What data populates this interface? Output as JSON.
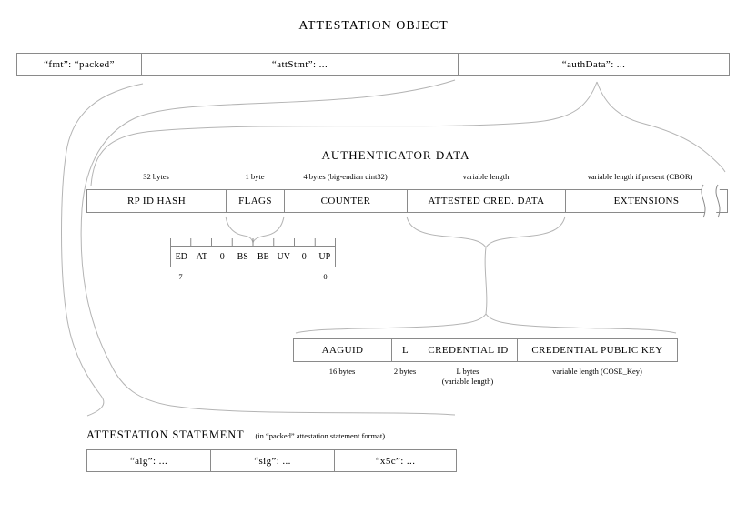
{
  "title": "ATTESTATION OBJECT",
  "colors": {
    "background": "#ffffff",
    "box_line": "#8a8a8a",
    "connector_line": "#b4b4b4",
    "text": "#000000"
  },
  "attestation_object": {
    "fields": [
      {
        "label": "“fmt”: “packed”"
      },
      {
        "label": "“attStmt”: ..."
      },
      {
        "label": "“authData”: ..."
      }
    ]
  },
  "authenticator_data": {
    "title": "AUTHENTICATOR DATA",
    "fields": [
      {
        "label": "RP ID HASH",
        "size": "32 bytes"
      },
      {
        "label": "FLAGS",
        "size": "1 byte"
      },
      {
        "label": "COUNTER",
        "size": "4 bytes (big-endian uint32)"
      },
      {
        "label": "ATTESTED CRED. DATA",
        "size": "variable length"
      },
      {
        "label": "EXTENSIONS",
        "size": "variable length if present (CBOR)"
      }
    ]
  },
  "flags": {
    "bits": [
      "ED",
      "AT",
      "0",
      "BS",
      "BE",
      "UV",
      "0",
      "UP"
    ],
    "msb_label": "7",
    "lsb_label": "0"
  },
  "attested_credential_data": {
    "fields": [
      {
        "label": "AAGUID",
        "size": "16 bytes"
      },
      {
        "label": "L",
        "size": "2 bytes"
      },
      {
        "label": "CREDENTIAL ID",
        "size": "L bytes\n(variable length)"
      },
      {
        "label": "CREDENTIAL PUBLIC KEY",
        "size": "variable length (COSE_Key)"
      }
    ]
  },
  "attestation_statement": {
    "title": "ATTESTATION STATEMENT",
    "subtitle": "(in “packed” attestation statement format)",
    "fields": [
      {
        "label": "“alg”: ..."
      },
      {
        "label": "“sig”: ..."
      },
      {
        "label": "“x5c”: ..."
      }
    ]
  }
}
